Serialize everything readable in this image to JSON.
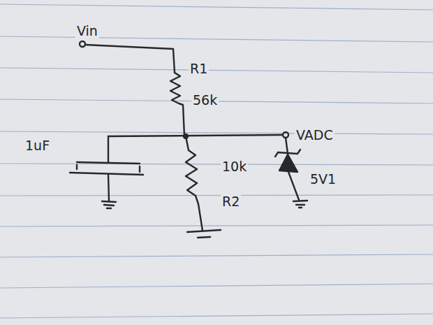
{
  "diagram": {
    "labels": [
      "Vin",
      "R1",
      "56k",
      "1uF",
      "10k",
      "R2",
      "VADC",
      "5V1"
    ]
  }
}
